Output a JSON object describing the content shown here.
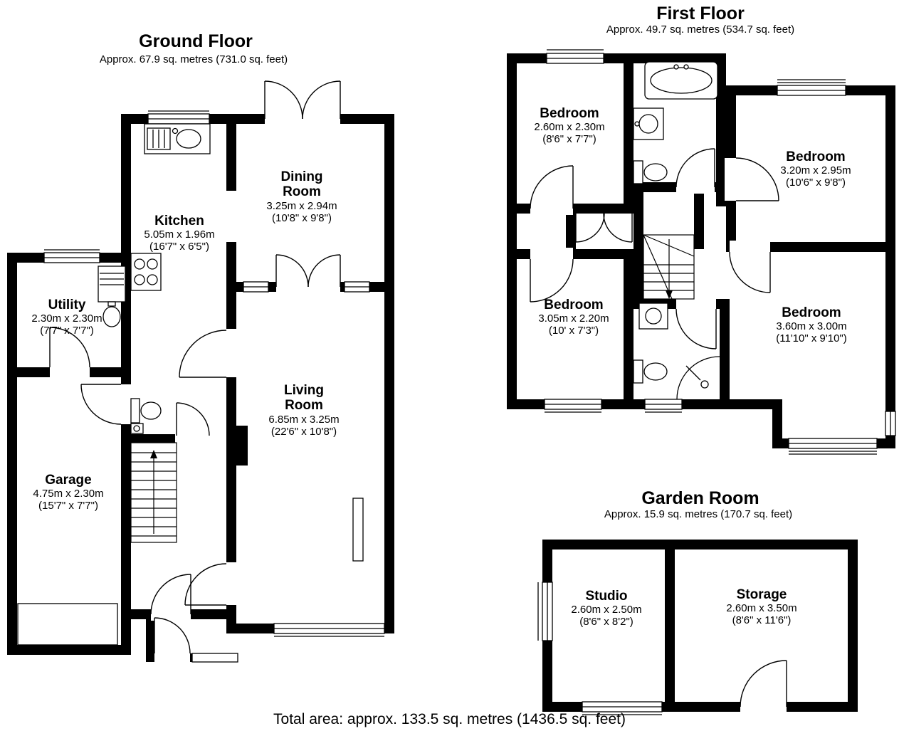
{
  "ground_floor": {
    "title": "Ground Floor",
    "subtitle": "Approx. 67.9 sq. metres (731.0 sq. feet)",
    "rooms": {
      "kitchen": {
        "name": "Kitchen",
        "dims_m": "5.05m x 1.96m",
        "dims_ft": "(16'7\" x 6'5\")"
      },
      "dining_room": {
        "name": "Dining\nRoom",
        "dims_m": "3.25m x 2.94m",
        "dims_ft": "(10'8\" x 9'8\")"
      },
      "utility": {
        "name": "Utility",
        "dims_m": "2.30m x 2.30m",
        "dims_ft": "(7'7\" x 7'7\")"
      },
      "living_room": {
        "name": "Living\nRoom",
        "dims_m": "6.85m x 3.25m",
        "dims_ft": "(22'6\" x 10'8\")"
      },
      "garage": {
        "name": "Garage",
        "dims_m": "4.75m x 2.30m",
        "dims_ft": "(15'7\" x 7'7\")"
      }
    }
  },
  "first_floor": {
    "title": "First Floor",
    "subtitle": "Approx. 49.7 sq. metres (534.7 sq. feet)",
    "rooms": {
      "bedroom_top_left": {
        "name": "Bedroom",
        "dims_m": "2.60m x 2.30m",
        "dims_ft": "(8'6\" x 7'7\")"
      },
      "bedroom_top_right": {
        "name": "Bedroom",
        "dims_m": "3.20m x 2.95m",
        "dims_ft": "(10'6\" x 9'8\")"
      },
      "bedroom_bottom_left": {
        "name": "Bedroom",
        "dims_m": "3.05m x 2.20m",
        "dims_ft": "(10' x 7'3\")"
      },
      "bedroom_bottom_right": {
        "name": "Bedroom",
        "dims_m": "3.60m x 3.00m",
        "dims_ft": "(11'10\" x 9'10\")"
      }
    }
  },
  "garden_room": {
    "title": "Garden Room",
    "subtitle": "Approx. 15.9 sq. metres (170.7 sq. feet)",
    "rooms": {
      "studio": {
        "name": "Studio",
        "dims_m": "2.60m x 2.50m",
        "dims_ft": "(8'6\" x 8'2\")"
      },
      "storage": {
        "name": "Storage",
        "dims_m": "2.60m x 3.50m",
        "dims_ft": "(8'6\" x 11'6\")"
      }
    }
  },
  "footer": {
    "total_area": "Total area: approx. 133.5 sq. metres (1436.5 sq. feet)"
  }
}
